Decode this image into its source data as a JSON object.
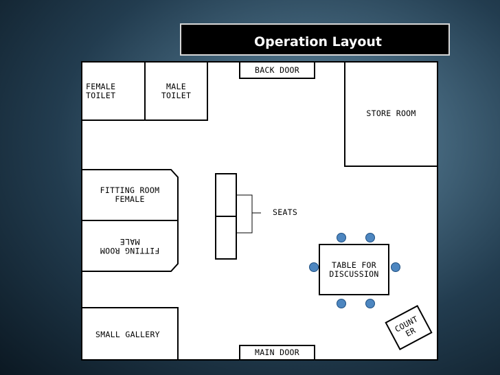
{
  "title": "Operation Layout",
  "rooms": {
    "female_toilet": "FEMALE\nTOILET",
    "male_toilet": "MALE\nTOILET",
    "back_door": "BACK DOOR",
    "store_room": "STORE ROOM",
    "fitting_room_female": "FITTING ROOM\nFEMALE",
    "fitting_room_male": "FITTING ROOM\nMALE",
    "seats": "SEATS",
    "table_for_discussion": "TABLE FOR\nDISCUSSION",
    "small_gallery": "SMALL GALLERY",
    "main_door": "MAIN DOOR",
    "counter": "COUNT\nER"
  },
  "colors": {
    "chair": "#4d86c0",
    "title_bg": "#000000"
  }
}
